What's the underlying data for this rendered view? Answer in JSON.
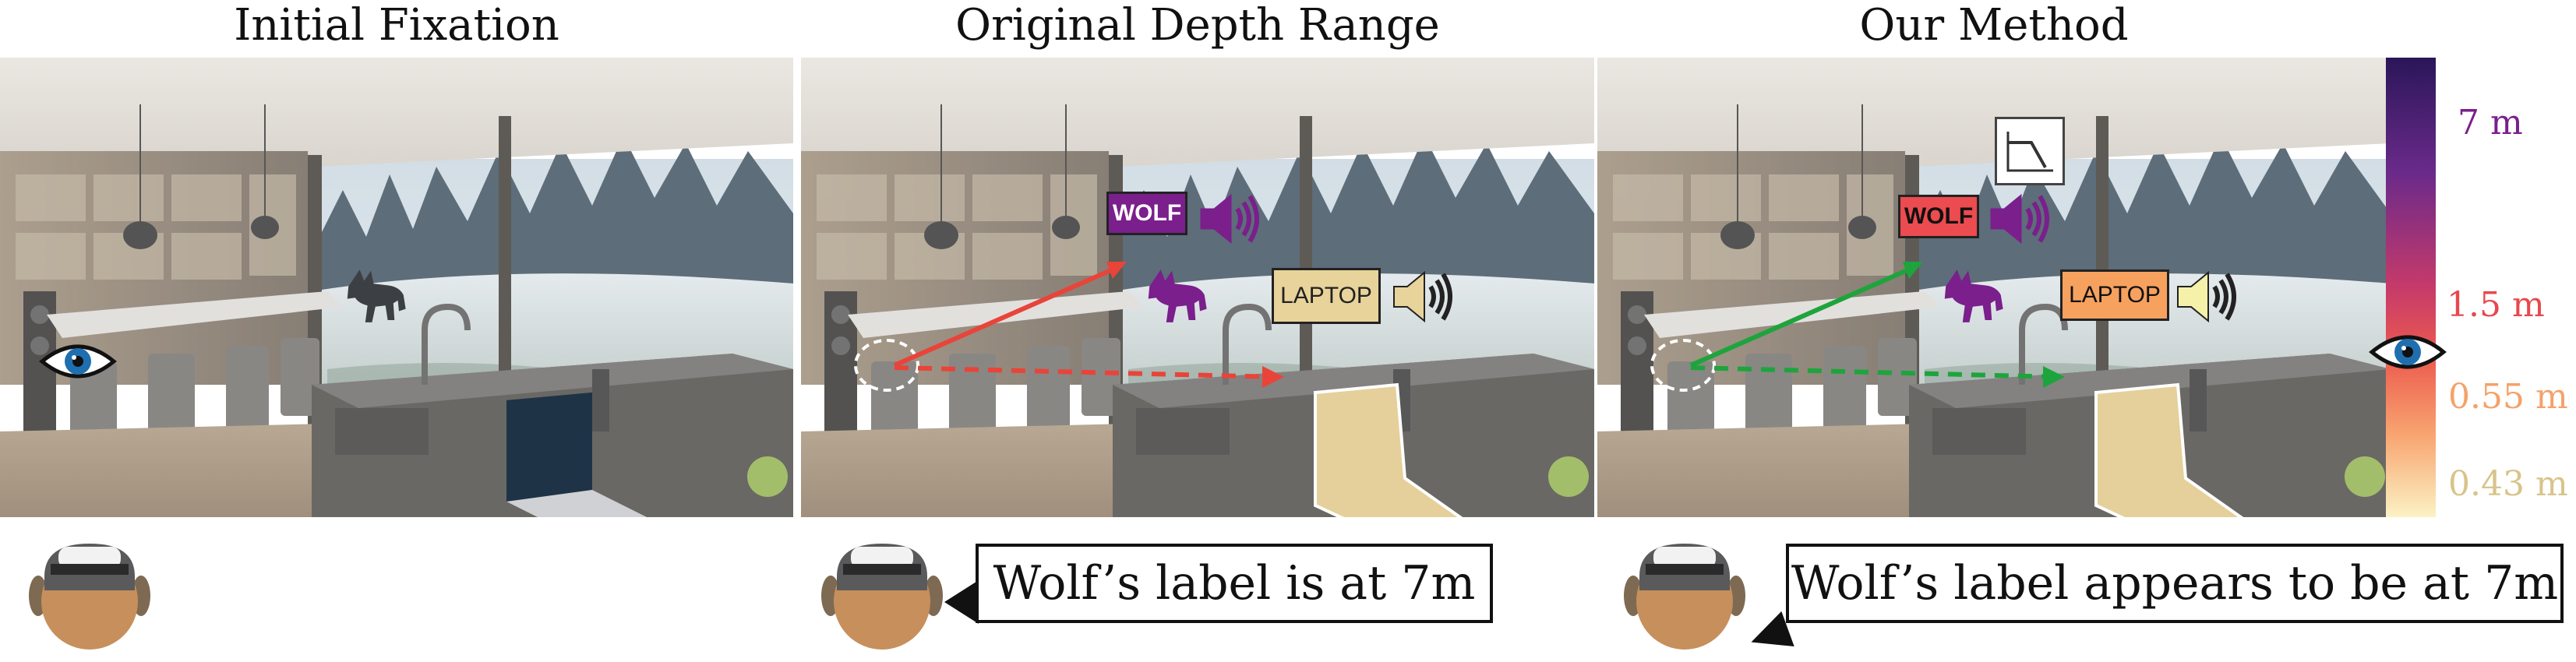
{
  "panels": [
    {
      "title": "Initial Fixation"
    },
    {
      "title": "Original Depth Range"
    },
    {
      "title": "Our Method"
    }
  ],
  "labels": {
    "wolf": "WOLF",
    "laptop": "LAPTOP"
  },
  "speech": {
    "original": "Wolf’s label is at 7m",
    "ours": "Wolf’s label appears to be at 7m"
  },
  "depth_scale": {
    "ticks": [
      {
        "label": "7 m",
        "color": "#7a1f8c"
      },
      {
        "label": "1.5 m",
        "color": "#e8484e"
      },
      {
        "label": "0.55 m",
        "color": "#f4a26a"
      },
      {
        "label": "0.43 m",
        "color": "#d8c48a"
      }
    ]
  },
  "colors": {
    "wolf_original": "#7a1f8c",
    "laptop_label": "#e8d39a",
    "wolf_ours": "#ec4b4f",
    "laptop_ours": "#f7a15f",
    "arrow_original": "#e8443a",
    "arrow_ours": "#1ea43c"
  },
  "icons": [
    "eye-icon",
    "speaker-icon",
    "filter-response-icon",
    "wolf-icon",
    "laptop-icon",
    "head-with-headset-icon"
  ]
}
